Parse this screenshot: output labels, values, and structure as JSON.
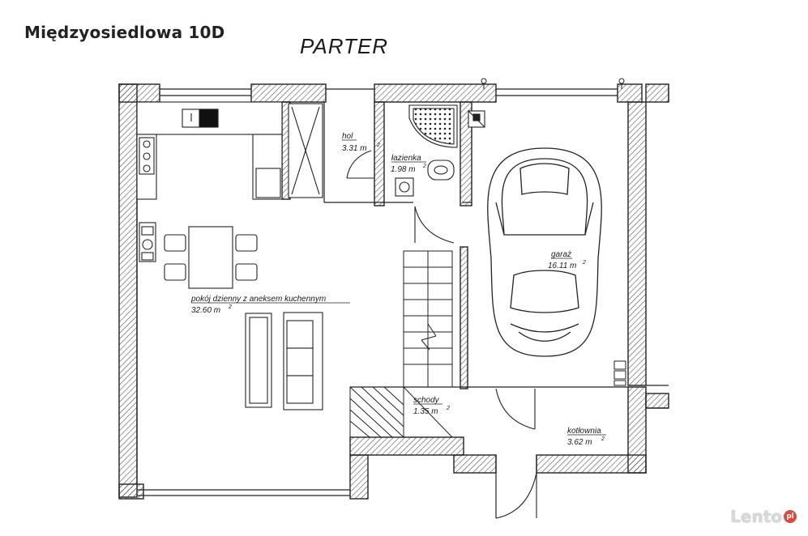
{
  "header": {
    "address": "Międzyosiedlowa 10D",
    "floor": "PARTER"
  },
  "rooms": {
    "hol": {
      "name": "hol",
      "area": "3.31 m",
      "unit_sup": "2"
    },
    "lazienka": {
      "name": "łazienka",
      "area": "1.98 m",
      "unit_sup": "2"
    },
    "garaz": {
      "name": "garaż",
      "area": "16.11 m",
      "unit_sup": "2"
    },
    "pokoj": {
      "name": "pokój dzienny z aneksem kuchennym",
      "area": "32.60 m",
      "unit_sup": "2"
    },
    "schody": {
      "name": "schody",
      "area": "1.35 m",
      "unit_sup": "2"
    },
    "kotlownia": {
      "name": "kotłownia",
      "area": "3.62 m",
      "unit_sup": "2"
    }
  },
  "watermark": {
    "text": "Lento",
    "suffix": "pl"
  }
}
